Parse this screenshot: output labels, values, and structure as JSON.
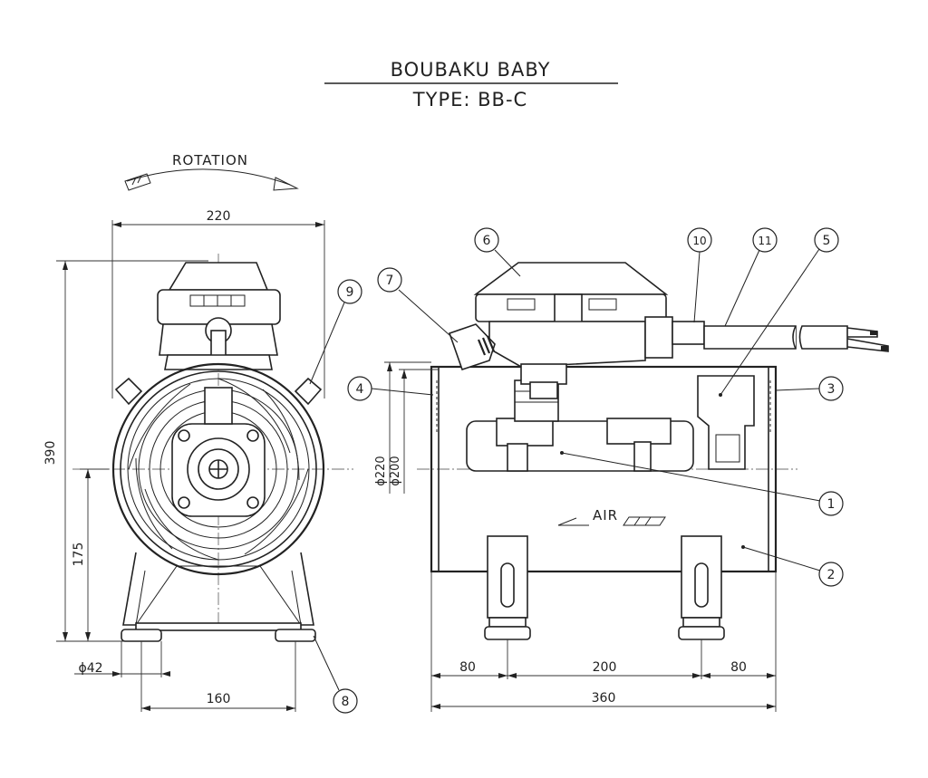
{
  "title": {
    "line1": "BOUBAKU BABY",
    "line2": "TYPE:  BB-C"
  },
  "front_view": {
    "rotation_label": "ROTATION",
    "width_dim": "220",
    "height_dim": "390",
    "center_height_dim": "175",
    "foot_dia_dim": "ϕ42",
    "foot_span_dim": "160"
  },
  "side_view": {
    "airflow_label": "AIR",
    "dia_outer_dim": "ϕ220",
    "dia_inner_dim": "ϕ200",
    "dim_80_left": "80",
    "dim_200": "200",
    "dim_80_right": "80",
    "dim_360": "360"
  },
  "part_balloons": [
    "1",
    "2",
    "3",
    "4",
    "5",
    "6",
    "7",
    "8",
    "9",
    "10",
    "11"
  ],
  "colors": {
    "line": "#222222",
    "background": "#ffffff"
  }
}
